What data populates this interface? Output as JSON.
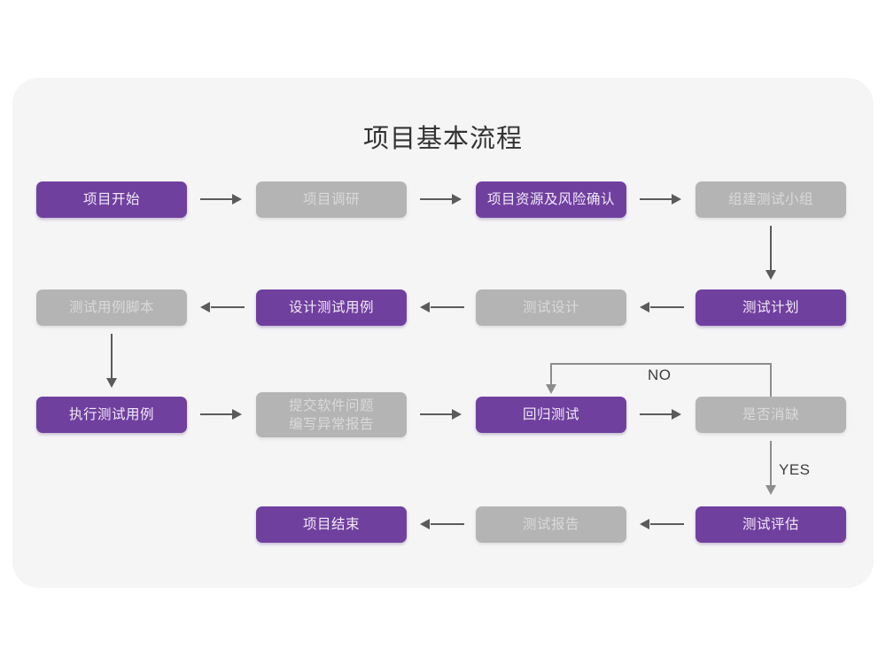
{
  "page": {
    "title": "项目基本流程",
    "background_color": "#ffffff",
    "panel_color": "#f5f5f6",
    "accent_purple": "#70409f",
    "accent_gray": "#b4b4b4",
    "arrow_color": "#5b5b5b"
  },
  "chart_data": {
    "type": "diagram",
    "title": "项目基本流程",
    "diagram_kind": "flowchart",
    "nodes": [
      {
        "id": "n1",
        "label": "项目开始",
        "style": "purple",
        "row": 1,
        "col": 1
      },
      {
        "id": "n2",
        "label": "项目调研",
        "style": "gray",
        "row": 1,
        "col": 2
      },
      {
        "id": "n3",
        "label": "项目资源及风险确认",
        "style": "purple",
        "row": 1,
        "col": 3
      },
      {
        "id": "n4",
        "label": "组建测试小组",
        "style": "gray",
        "row": 1,
        "col": 4
      },
      {
        "id": "n5",
        "label": "测试计划",
        "style": "purple",
        "row": 2,
        "col": 4
      },
      {
        "id": "n6",
        "label": "测试设计",
        "style": "gray",
        "row": 2,
        "col": 3
      },
      {
        "id": "n7",
        "label": "设计测试用例",
        "style": "purple",
        "row": 2,
        "col": 2
      },
      {
        "id": "n8",
        "label": "测试用例脚本",
        "style": "gray",
        "row": 2,
        "col": 1
      },
      {
        "id": "n9",
        "label": "执行测试用例",
        "style": "purple",
        "row": 3,
        "col": 1
      },
      {
        "id": "n10",
        "label_line1": "提交软件问题",
        "label_line2": "编写异常报告",
        "style": "gray",
        "row": 3,
        "col": 2
      },
      {
        "id": "n11",
        "label": "回归测试",
        "style": "purple",
        "row": 3,
        "col": 3
      },
      {
        "id": "n12",
        "label": "是否消缺",
        "style": "gray",
        "row": 3,
        "col": 4
      },
      {
        "id": "n13",
        "label": "测试评估",
        "style": "purple",
        "row": 4,
        "col": 4
      },
      {
        "id": "n14",
        "label": "测试报告",
        "style": "gray",
        "row": 4,
        "col": 3
      },
      {
        "id": "n15",
        "label": "项目结束",
        "style": "purple",
        "row": 4,
        "col": 2
      }
    ],
    "edges": [
      {
        "from": "n1",
        "to": "n2",
        "label": "",
        "direction": "right"
      },
      {
        "from": "n2",
        "to": "n3",
        "label": "",
        "direction": "right"
      },
      {
        "from": "n3",
        "to": "n4",
        "label": "",
        "direction": "right"
      },
      {
        "from": "n4",
        "to": "n5",
        "label": "",
        "direction": "down"
      },
      {
        "from": "n5",
        "to": "n6",
        "label": "",
        "direction": "left"
      },
      {
        "from": "n6",
        "to": "n7",
        "label": "",
        "direction": "left"
      },
      {
        "from": "n7",
        "to": "n8",
        "label": "",
        "direction": "left"
      },
      {
        "from": "n8",
        "to": "n9",
        "label": "",
        "direction": "down"
      },
      {
        "from": "n9",
        "to": "n10",
        "label": "",
        "direction": "right"
      },
      {
        "from": "n10",
        "to": "n11",
        "label": "",
        "direction": "right"
      },
      {
        "from": "n11",
        "to": "n12",
        "label": "",
        "direction": "right"
      },
      {
        "from": "n12",
        "to": "n11",
        "label": "NO",
        "direction": "loop-up-left"
      },
      {
        "from": "n12",
        "to": "n13",
        "label": "YES",
        "direction": "down"
      },
      {
        "from": "n13",
        "to": "n14",
        "label": "",
        "direction": "left"
      },
      {
        "from": "n14",
        "to": "n15",
        "label": "",
        "direction": "left"
      }
    ],
    "edge_labels": {
      "no": "NO",
      "yes": "YES"
    }
  }
}
